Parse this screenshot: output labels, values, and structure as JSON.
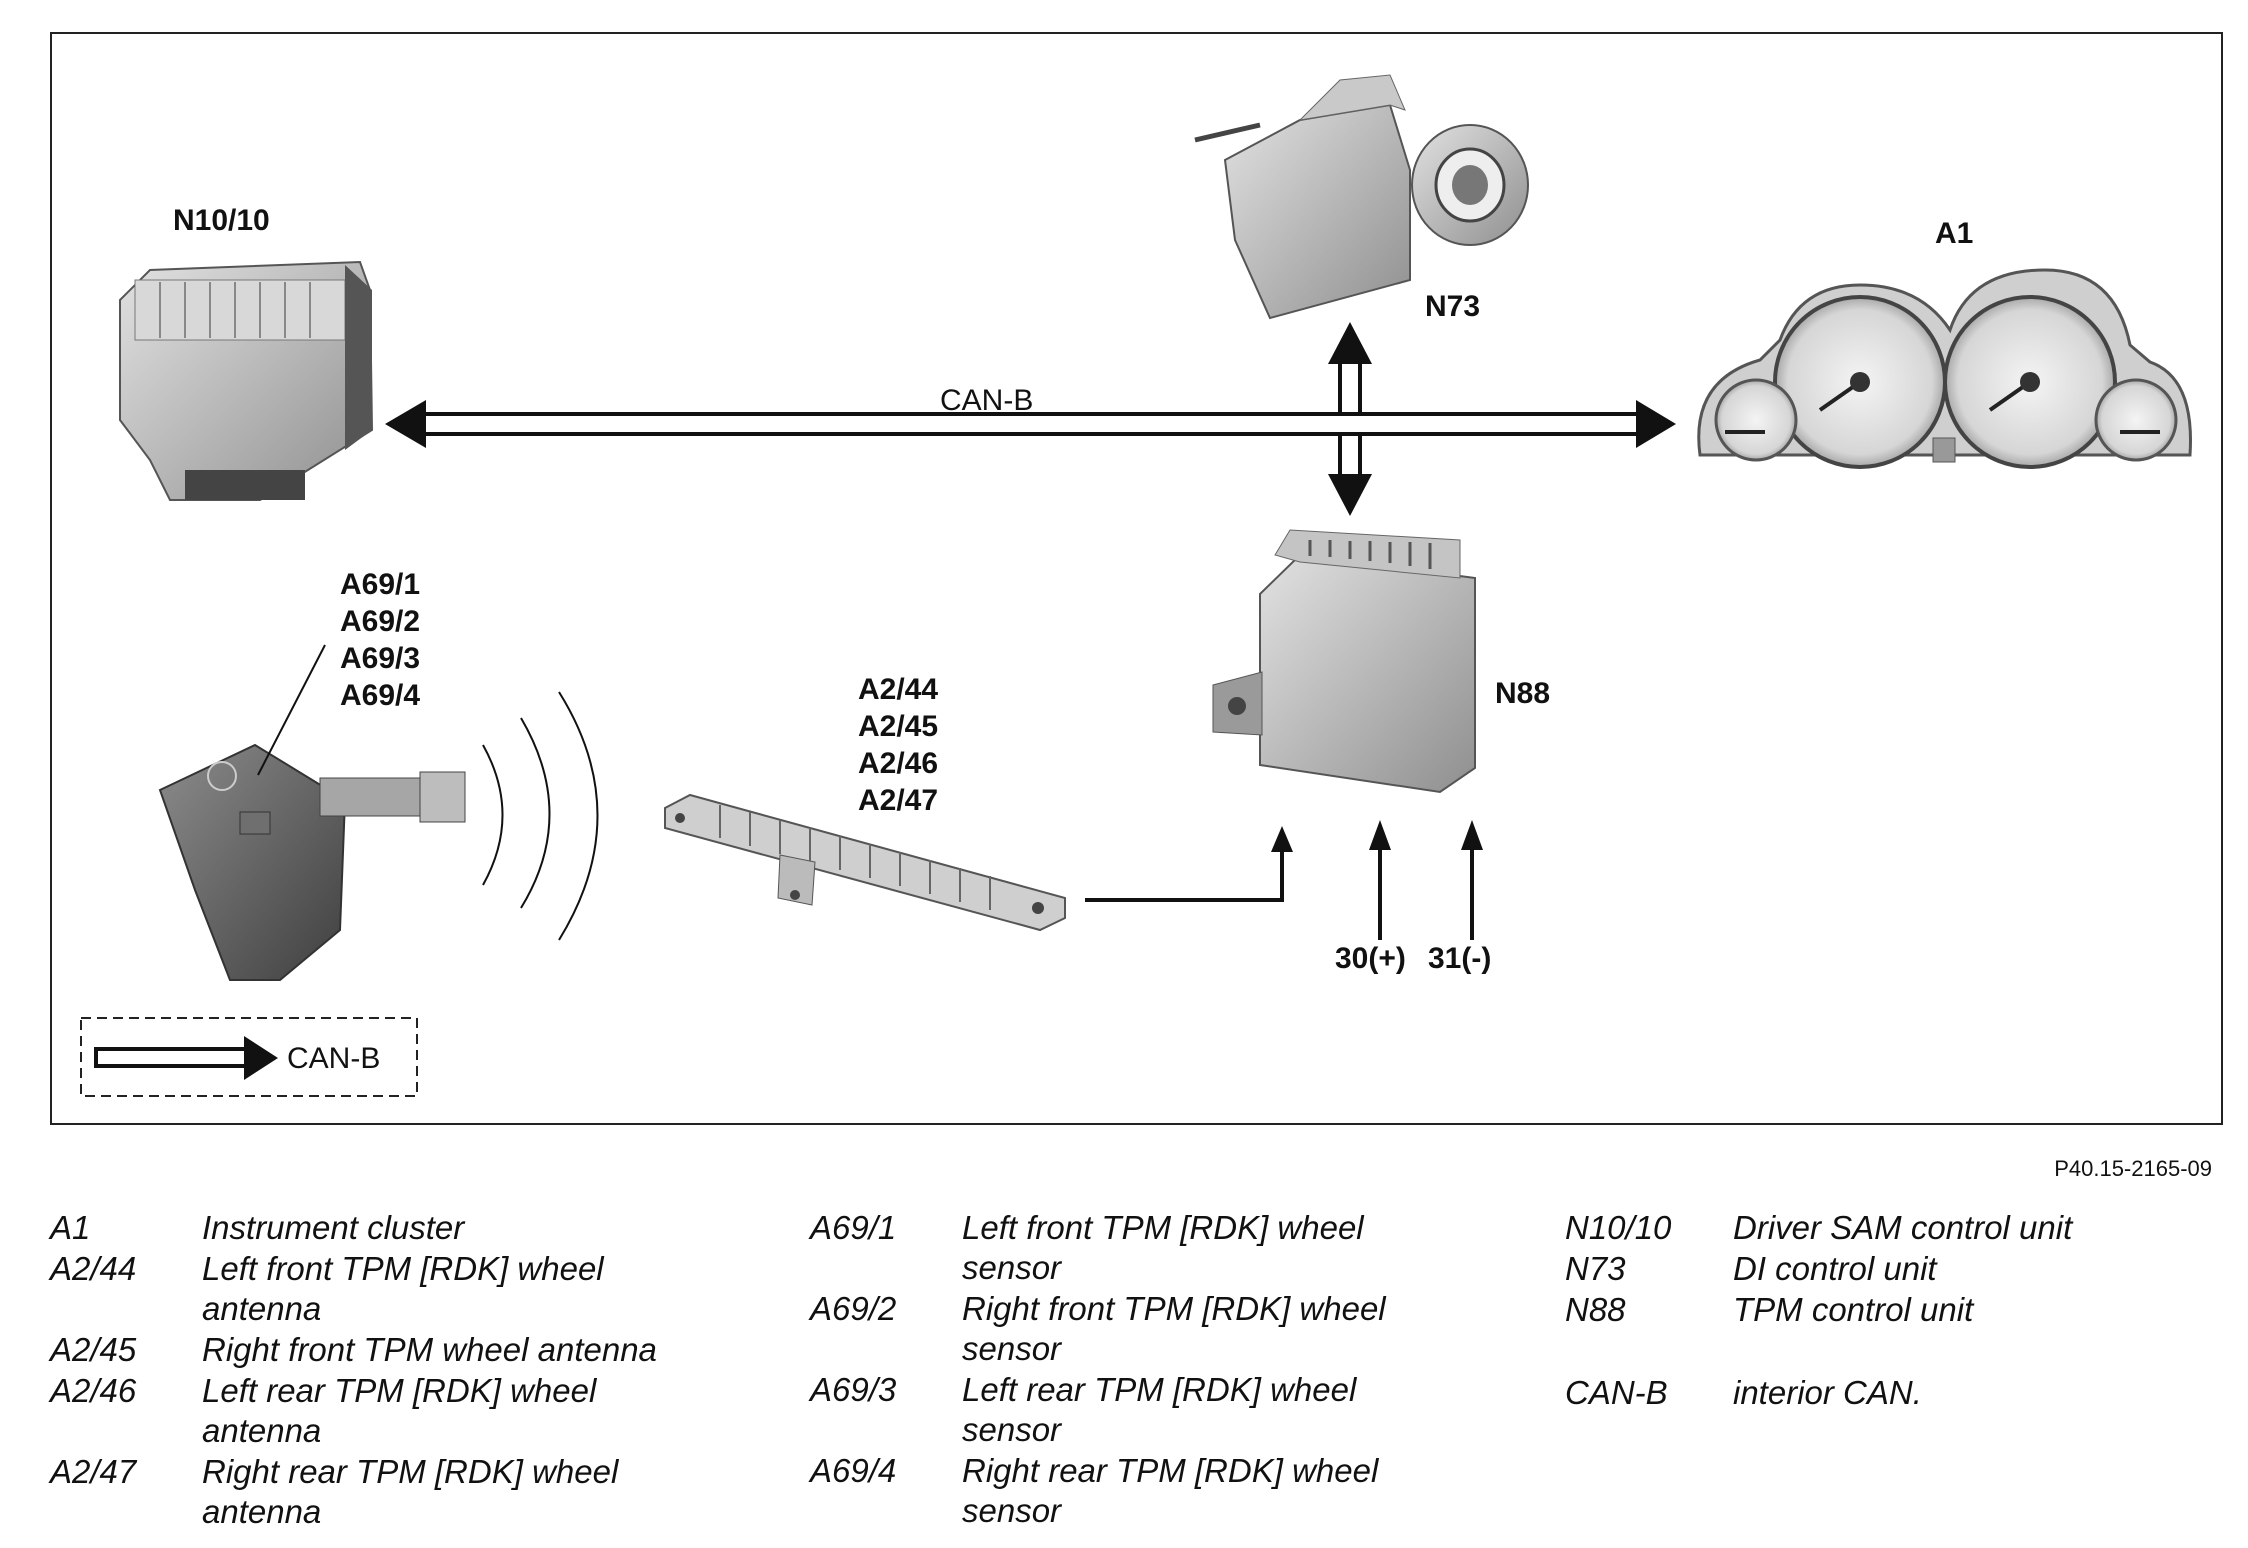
{
  "diagram": {
    "components": {
      "n10_10": "N10/10",
      "n73": "N73",
      "a1": "A1",
      "n88": "N88",
      "wheel_sensors": [
        "A69/1",
        "A69/2",
        "A69/3",
        "A69/4"
      ],
      "antennas": [
        "A2/44",
        "A2/45",
        "A2/46",
        "A2/47"
      ]
    },
    "bus_label": "CAN-B",
    "terminals": {
      "positive": "30(+)",
      "negative": "31(-)"
    },
    "key": {
      "label": "CAN-B"
    },
    "reference": "P40.15-2165-09"
  },
  "legend": {
    "col1": [
      {
        "code": "A1",
        "desc": "Instrument cluster"
      },
      {
        "code": "A2/44",
        "desc": "Left front TPM [RDK] wheel antenna"
      },
      {
        "code": "A2/45",
        "desc": "Right front TPM wheel antenna"
      },
      {
        "code": "A2/46",
        "desc": "Left rear TPM [RDK] wheel antenna"
      },
      {
        "code": "A2/47",
        "desc": "Right rear TPM [RDK] wheel antenna"
      }
    ],
    "col2": [
      {
        "code": "A69/1",
        "desc": "Left front TPM [RDK] wheel sensor"
      },
      {
        "code": "A69/2",
        "desc": "Right front TPM [RDK] wheel sensor"
      },
      {
        "code": "A69/3",
        "desc": "Left rear TPM [RDK] wheel sensor"
      },
      {
        "code": "A69/4",
        "desc": "Right rear TPM [RDK] wheel sensor"
      }
    ],
    "col3": [
      {
        "code": "N10/10",
        "desc": "Driver SAM control unit"
      },
      {
        "code": "N73",
        "desc": "DI control unit"
      },
      {
        "code": "N88",
        "desc": "TPM control unit"
      },
      {
        "code": "CAN-B",
        "desc": "interior CAN."
      }
    ]
  }
}
